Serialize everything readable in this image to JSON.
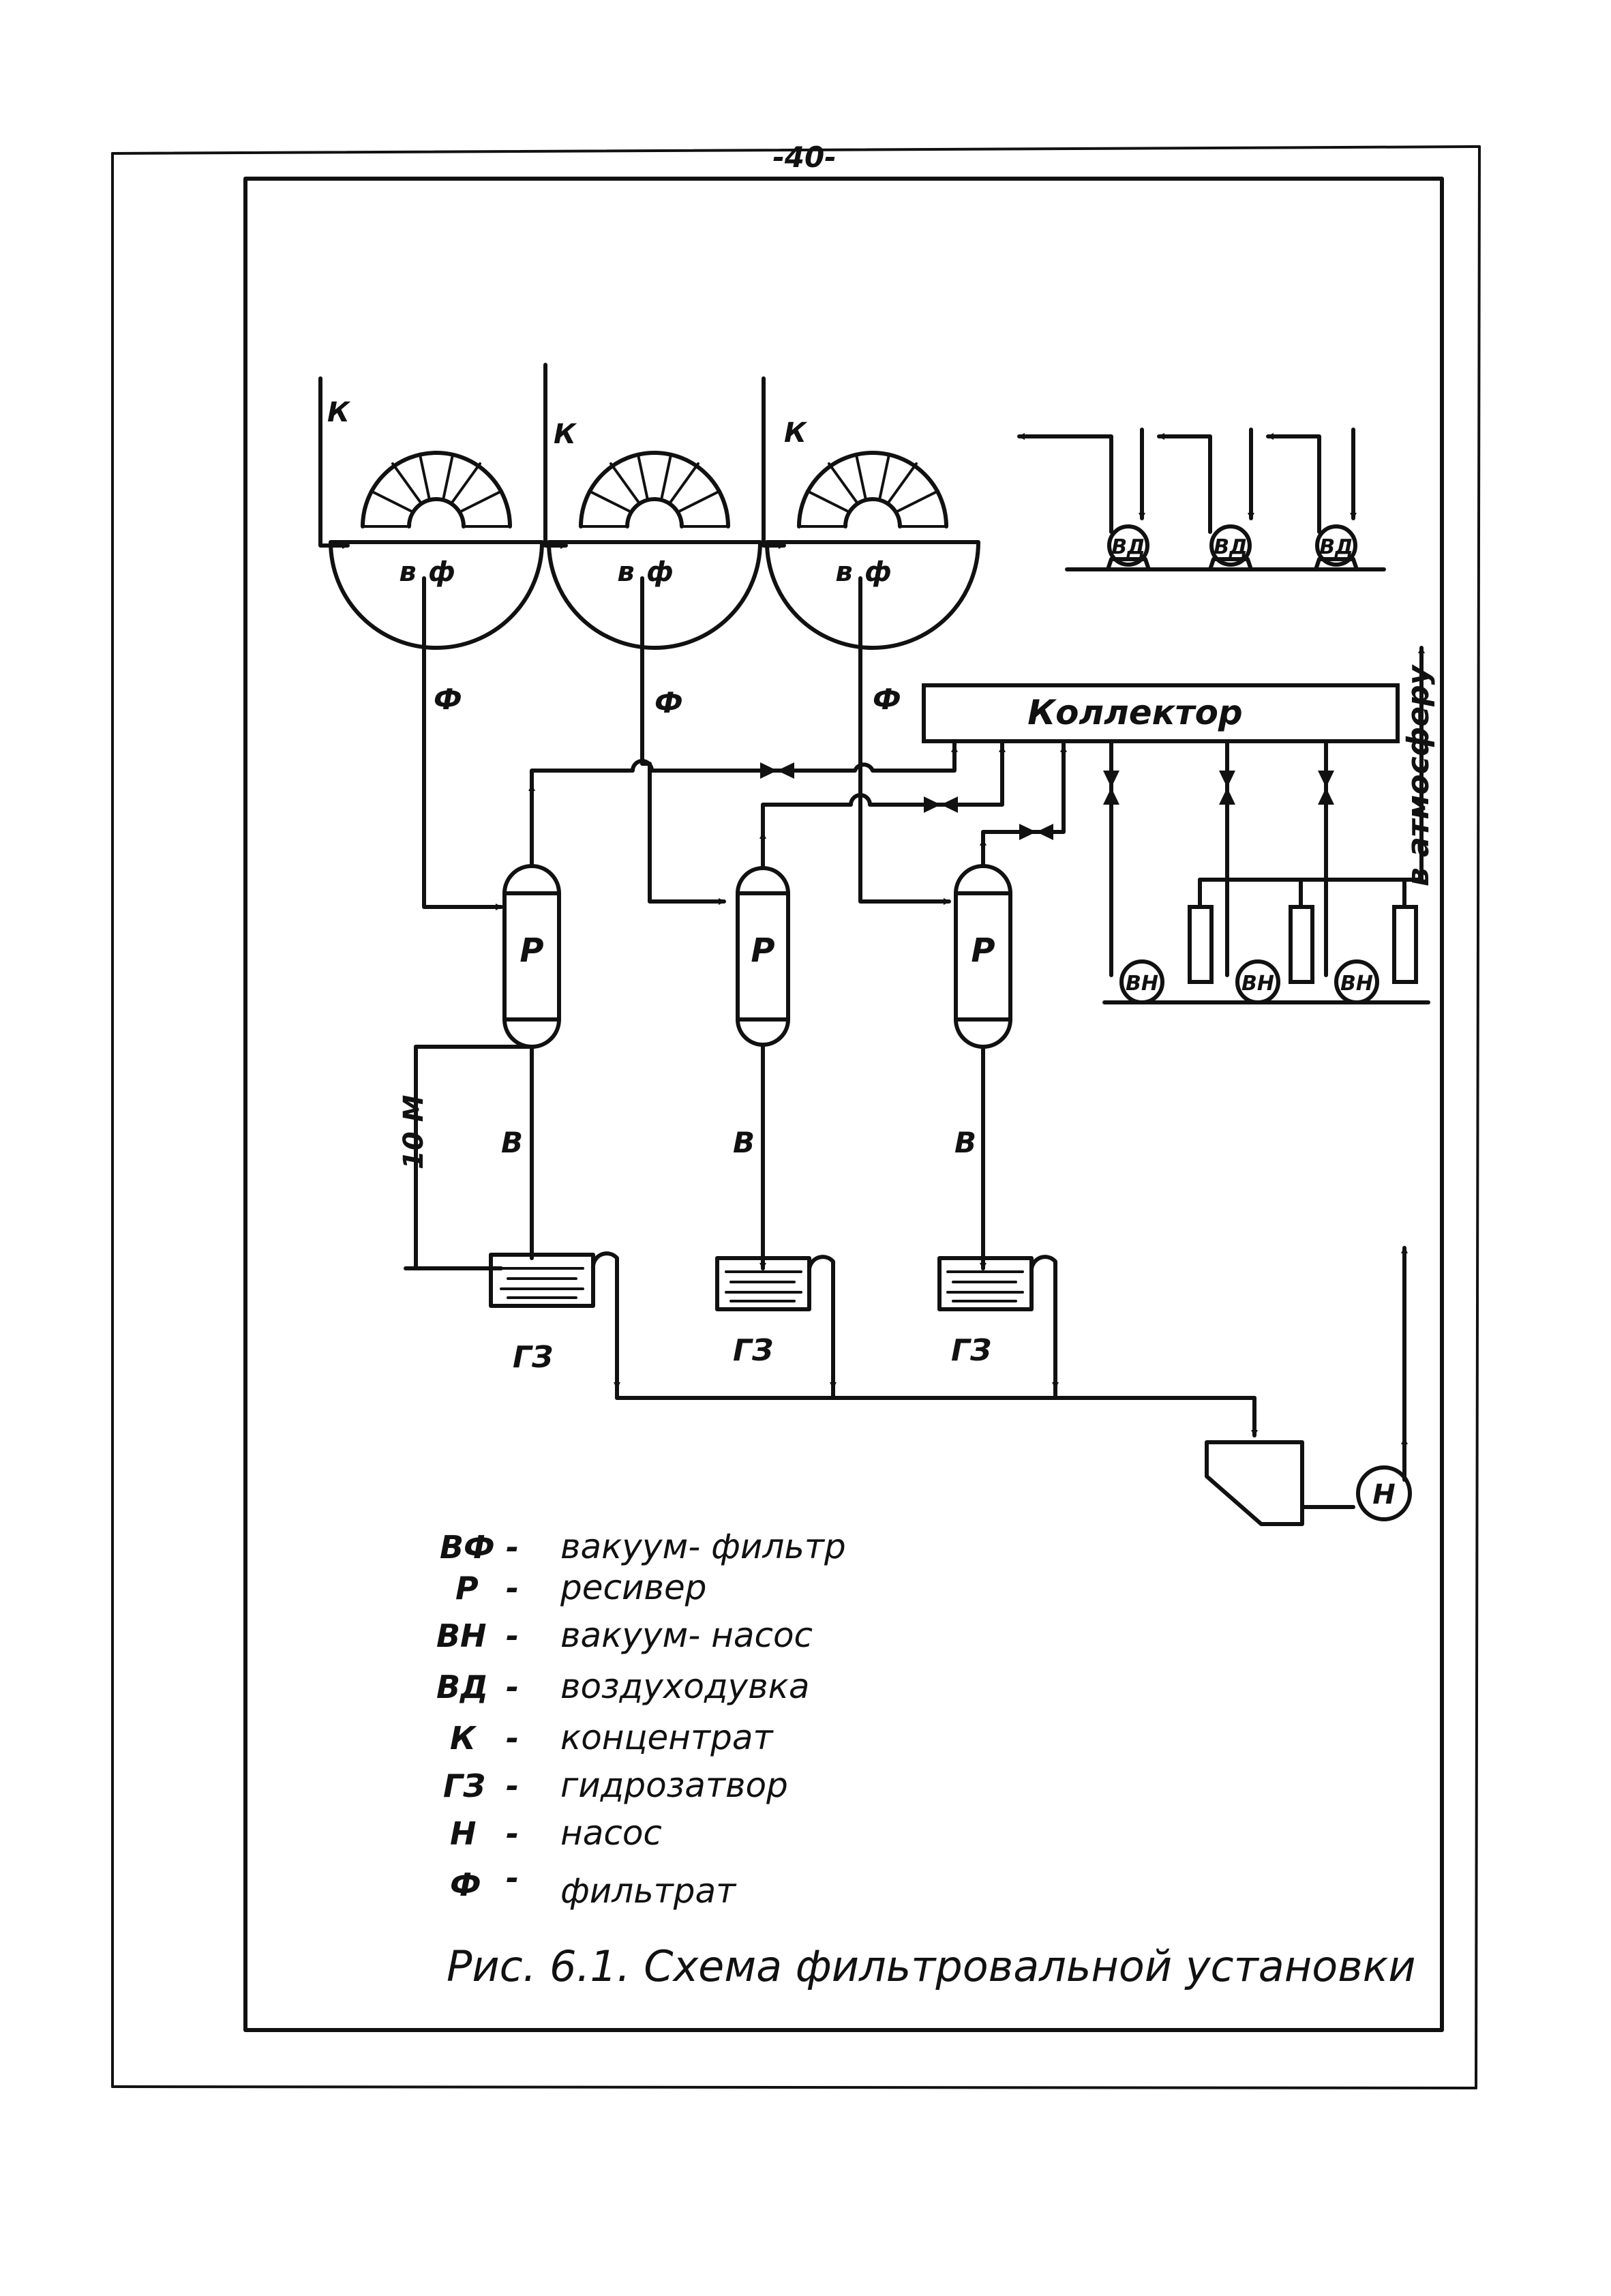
{
  "page_number": "-40-",
  "labels": {
    "k": "К",
    "vf_v": "в",
    "vf_f": "ф",
    "f": "Ф",
    "collector": "Коллектор",
    "atmosphere": "в атмосферу",
    "receiver": "Р",
    "v": "В",
    "gz": "ГЗ",
    "vd": "ВД",
    "vn": "ВН",
    "n": "Н",
    "height": "10 М"
  },
  "legend": [
    {
      "key": "ВФ",
      "dash": "-",
      "text": "вакуум- фильтр"
    },
    {
      "key": "Р",
      "dash": "-",
      "text": "ресивер"
    },
    {
      "key": "ВН",
      "dash": "-",
      "text": "вакуум- насос"
    },
    {
      "key": "ВД",
      "dash": "-",
      "text": "воздуходувка"
    },
    {
      "key": "К",
      "dash": "-",
      "text": "концентрат"
    },
    {
      "key": "ГЗ",
      "dash": "-",
      "text": "гидрозатвор"
    },
    {
      "key": "Н",
      "dash": "-",
      "text": "насос"
    },
    {
      "key": "Ф",
      "dash": "-",
      "text": "фильтрат"
    }
  ],
  "caption": "Рис. 6.1.  Схема  фильтровальной  установки"
}
